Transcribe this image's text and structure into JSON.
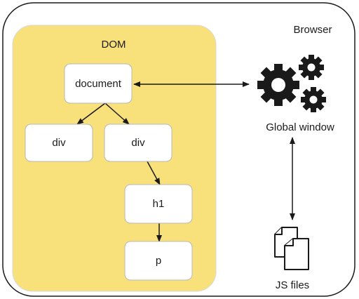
{
  "diagram": {
    "browser_label": "Browser",
    "dom_label": "DOM",
    "nodes": {
      "document": "document",
      "div_left": "div",
      "div_right": "div",
      "h1": "h1",
      "p": "p"
    },
    "global_window_label": "Global window",
    "js_files_label": "JS files"
  },
  "colors": {
    "dom_fill": "#f8e07a",
    "dom_stroke": "#d9d9d9",
    "node_fill": "#ffffff",
    "node_stroke": "#b8b8b8",
    "outline": "#1a1a1a",
    "arrow": "#1a1a1a"
  },
  "icons": {
    "window": "gears-icon",
    "files": "documents-icon"
  }
}
